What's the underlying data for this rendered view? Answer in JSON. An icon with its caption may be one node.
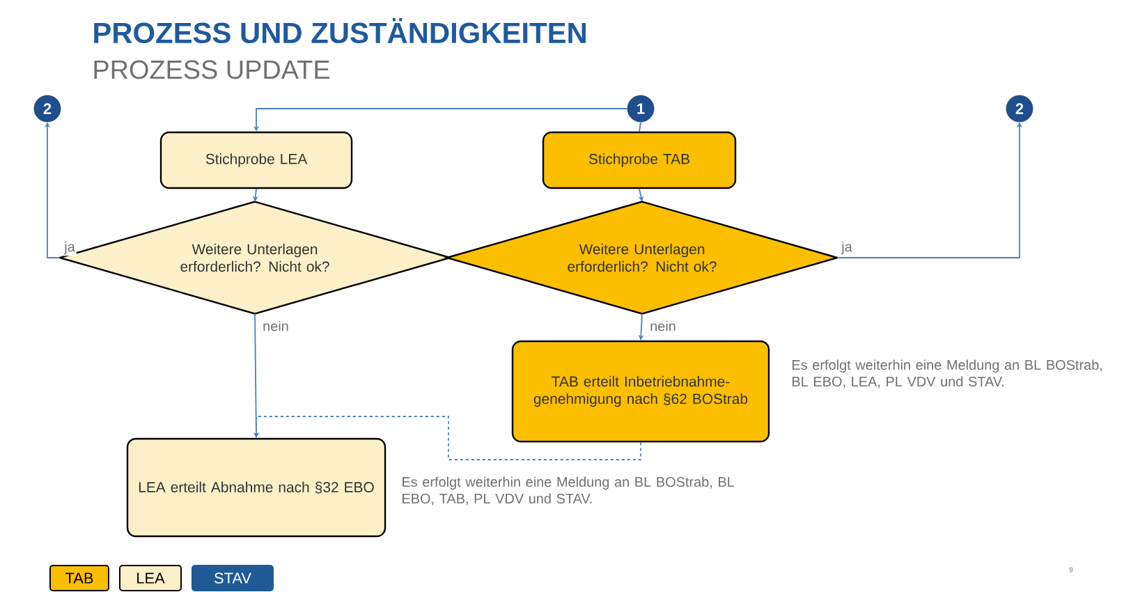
{
  "diagram": {
    "title": "PROZESS UND ZUSTÄNDIGKEITEN",
    "nodes": [
      {
        "text": [
          "2"
        ]
      },
      {
        "text": [
          "1"
        ]
      },
      {
        "text": [
          "2"
        ]
      },
      {
        "text": [
          "Stichprobe LEA"
        ]
      },
      {
        "text": [
          "Stichprobe TAB"
        ]
      },
      {
        "text": [
          "Weitere Unterlagen erforderlich? Nicht ok?"
        ]
      },
      {
        "text": [
          "Weitere Unterlagen erforderlich? Nicht ok?"
        ]
      },
      {
        "text": [
          "TAB erteilt Inbetriebnahme-genehmigung nach §62 BOStrab"
        ],
        "beside": [
          "Es erfolgt weiterhin eine Meldung an BL BOStrab, BL EBO, LEA, PL VDV und STAV."
        ]
      },
      {
        "text": [
          "LEA erteilt Abnahme nach §32 EBO"
        ],
        "beside": [
          "Es erfolgt weiterhin eine Meldung an BL BOStrab, BL EBO, TAB, PL VDV und STAV."
        ]
      }
    ],
    "edges": [
      {
        "from": 1,
        "to": 3,
        "arrow": "to"
      },
      {
        "from": 1,
        "to": 4,
        "arrow": "none"
      },
      {
        "from": 3,
        "to": 5,
        "arrow": "to"
      },
      {
        "from": 4,
        "to": 6,
        "arrow": "to"
      },
      {
        "from": 5,
        "to": 0,
        "arrow": "to",
        "label": "ja"
      },
      {
        "from": 6,
        "to": 2,
        "arrow": "to",
        "label": "ja"
      },
      {
        "from": 5,
        "to": 8,
        "arrow": "to",
        "label": "nein"
      },
      {
        "from": 6,
        "to": 7,
        "arrow": "to",
        "label": "nein"
      },
      {
        "from": 7,
        "to": 8,
        "arrow": "to",
        "style": "dashed"
      }
    ],
    "labels": [
      "PROZESS UPDATE",
      "9"
    ],
    "legend": [
      {
        "text": "TAB",
        "color": "#fbbf00"
      },
      {
        "text": "LEA",
        "color": "#fdf0c8"
      },
      {
        "text": "STAV",
        "color": "#1f5a96"
      }
    ]
  }
}
